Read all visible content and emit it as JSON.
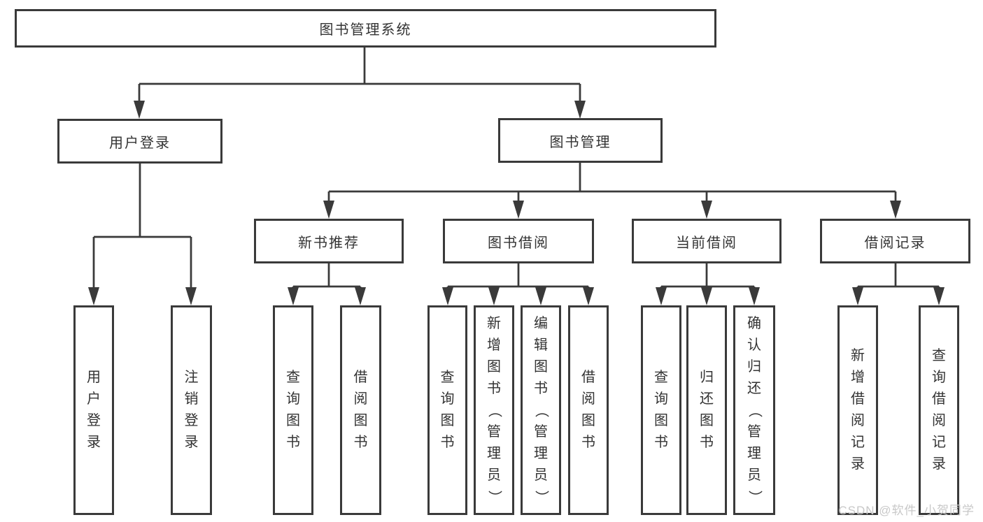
{
  "colors": {
    "line": "#3a3a3a",
    "text": "#333333",
    "watermark_color": "#c8c8c8"
  },
  "watermark": {
    "text": "CSDN @软件_小贺同学"
  },
  "tree": {
    "root": {
      "label": "图书管理系统",
      "children": [
        {
          "label": "用户登录",
          "children": [
            {
              "label": "用户登录"
            },
            {
              "label": "注销登录"
            }
          ]
        },
        {
          "label": "图书管理",
          "children": [
            {
              "label": "新书推荐",
              "children": [
                {
                  "label": "查询图书"
                },
                {
                  "label": "借阅图书"
                }
              ]
            },
            {
              "label": "图书借阅",
              "children": [
                {
                  "label": "查询图书"
                },
                {
                  "label": "新增图书（管理员）"
                },
                {
                  "label": "编辑图书（管理员）"
                },
                {
                  "label": "借阅图书"
                }
              ]
            },
            {
              "label": "当前借阅",
              "children": [
                {
                  "label": "查询图书"
                },
                {
                  "label": "归还图书"
                },
                {
                  "label": "确认归还（管理员）"
                }
              ]
            },
            {
              "label": "借阅记录",
              "children": [
                {
                  "label": "新增借阅记录"
                },
                {
                  "label": "查询借阅记录"
                }
              ]
            }
          ]
        }
      ]
    }
  }
}
